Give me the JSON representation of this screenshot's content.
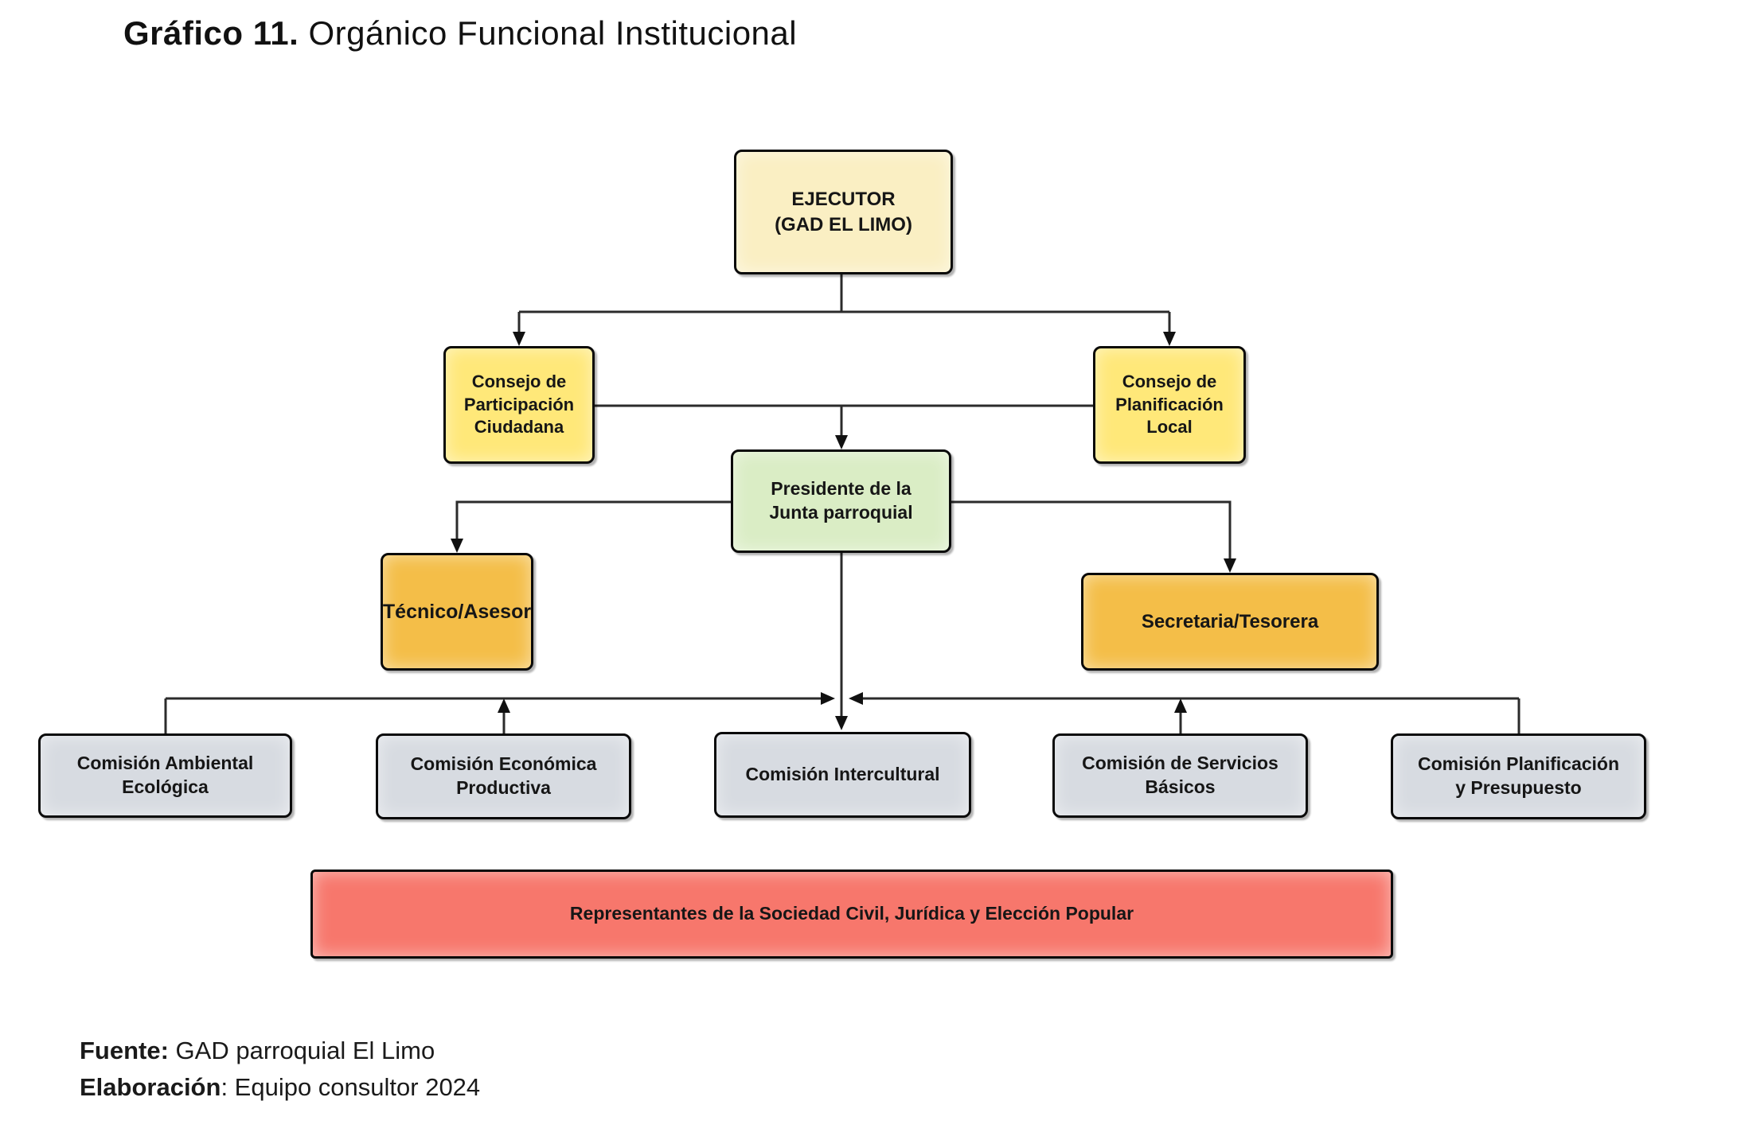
{
  "title": {
    "bold": "Gráfico 11.",
    "regular": " Orgánico Funcional Institucional"
  },
  "colors": {
    "ejecutor_fill": "#FAEFC3",
    "consejo_fill": "#FFE879",
    "presidente_fill": "#DAEDC5",
    "staff_fill": "#F4BE48",
    "comision_fill": "#D7DBE1",
    "representantes_fill": "#F7776C",
    "box_border": "#0a0a0a",
    "line": "#2b2b2b"
  },
  "nodes": {
    "ejecutor": {
      "label": "EJECUTOR\n(GAD EL LIMO)"
    },
    "consejo_participacion": {
      "label": "Consejo de\nParticipación\nCiudadana"
    },
    "consejo_planificacion": {
      "label": "Consejo de\nPlanificación\nLocal"
    },
    "presidente": {
      "label": "Presidente de la\nJunta parroquial"
    },
    "tecnico": {
      "label": "Técnico/Asesor"
    },
    "secretaria": {
      "label": "Secretaria/Tesorera"
    },
    "comision_ambiental": {
      "label": "Comisión Ambiental\nEcológica"
    },
    "comision_economica": {
      "label": "Comisión Económica\nProductiva"
    },
    "comision_intercultural": {
      "label": "Comisión Intercultural"
    },
    "comision_servicios": {
      "label": "Comisión de Servicios\nBásicos"
    },
    "comision_planificacion": {
      "label": "Comisión Planificación\ny Presupuesto"
    },
    "representantes": {
      "label": "Representantes de la Sociedad Civil, Jurídica y Elección Popular"
    }
  },
  "footer": {
    "fuente_label": "Fuente:",
    "fuente_value": " GAD parroquial El Limo",
    "elaboracion_label": "Elaboración",
    "elaboracion_value": ": Equipo consultor 2024"
  }
}
